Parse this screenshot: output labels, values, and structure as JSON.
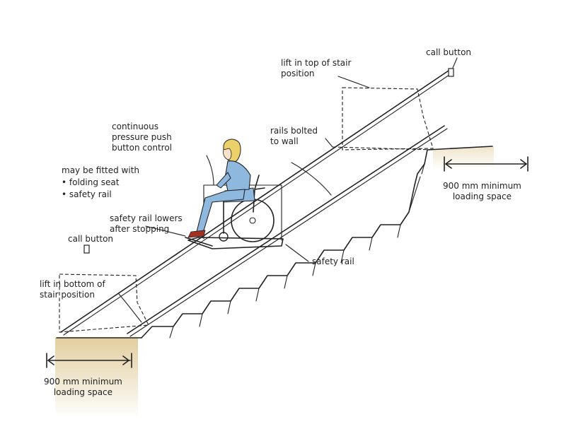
{
  "labels": {
    "call_button_top": "call button",
    "lift_top": "lift in top of stair\nposition",
    "continuous_control": "continuous\npressure push\nbutton control",
    "rails_bolted": "rails bolted\nto wall",
    "fitted_with": "may be fitted with",
    "fitted_items": [
      "• folding seat",
      "• safety rail"
    ],
    "safety_rail_lowers": "safety rail lowers\nafter stopping",
    "call_button_left": "call button",
    "safety_rail": "safety rail",
    "lift_bottom": "lift in bottom of\nstair position",
    "loading_top": "900 mm minimum\nloading space",
    "loading_bottom": "900 mm minimum\nloading space"
  },
  "colors": {
    "ground_shade": "#e2ce9e",
    "line": "#222222",
    "seat_blue": "#8fb8df",
    "hair": "#ecd06a",
    "skin": "#f6e2c9",
    "shoe": "#a33020"
  }
}
